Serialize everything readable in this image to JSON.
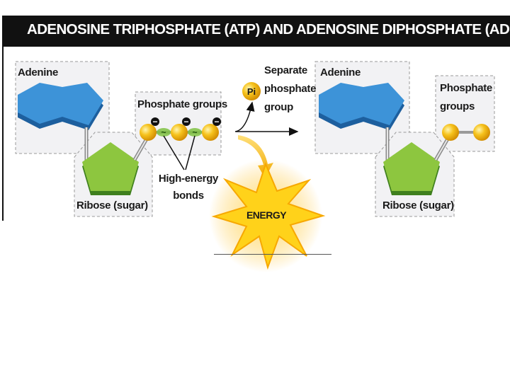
{
  "title": "ADENOSINE TRIPHOSPHATE (ATP) AND ADENOSINE DIPHOSPHATE (ADP)",
  "atp": {
    "adenine_label": "Adenine",
    "phosphate_label": "Phosphate groups",
    "bonds_label_line1": "High-energy",
    "bonds_label_line2": "bonds",
    "ribose_label": "Ribose (sugar)",
    "phosphate_charges": [
      "−",
      "−",
      "−"
    ],
    "bond_marks": [
      "~",
      "~"
    ]
  },
  "reaction": {
    "pi_symbol": "Pi",
    "separate_line1": "Separate",
    "separate_line2": "phosphate",
    "separate_line3": "group",
    "energy_label": "ENERGY"
  },
  "adp": {
    "adenine_label": "Adenine",
    "phosphate_line1": "Phosphate",
    "phosphate_line2": "groups",
    "ribose_label": "Ribose (sugar)"
  },
  "colors": {
    "adenine_blue": "#3d93d8",
    "ribose_green": "#8dc63f",
    "phosphate_yellow": "#f6c21c",
    "bond_green": "#7fc241",
    "energy_yellow": "#ffd21a",
    "box_fill": "#f2f2f4"
  }
}
